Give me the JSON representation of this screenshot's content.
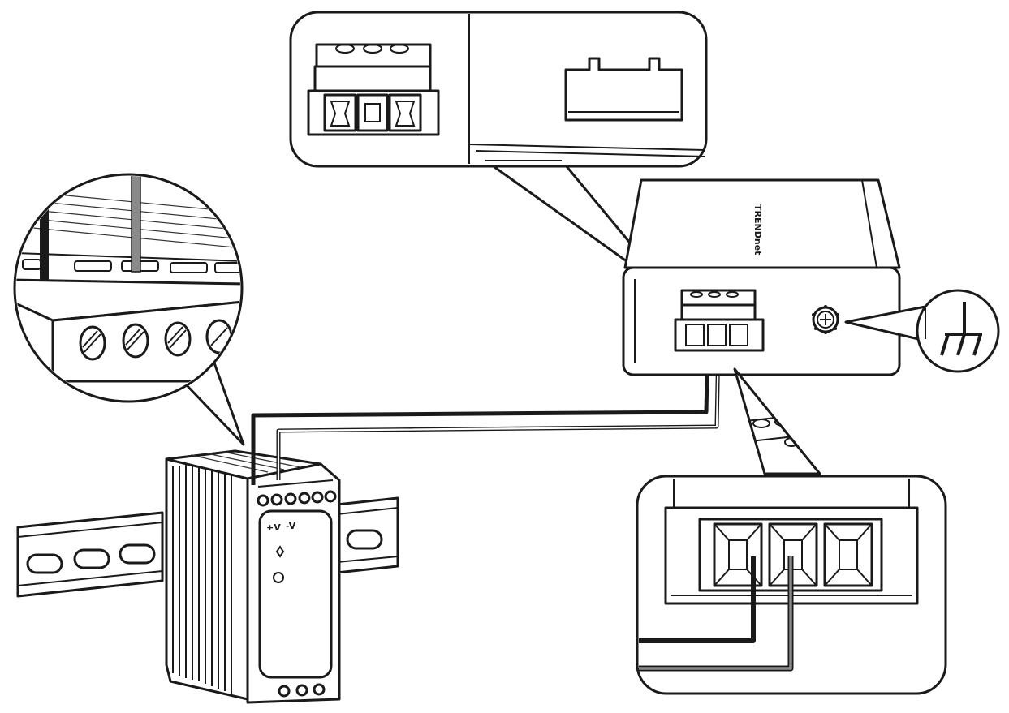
{
  "diagram": {
    "device": {
      "brand_text": "TRENDnet"
    },
    "power_supply": {
      "terminal_labels": [
        "+V",
        "-V"
      ]
    },
    "colors": {
      "line": "#1a1a1a",
      "negative_wire": "#1a1a1a",
      "positive_wire": "#8a8a8a",
      "background": "#ffffff"
    },
    "icons": [
      "ground-symbol-icon",
      "screw-terminal-icon",
      "ground-screw-icon",
      "din-rail-power-supply-icon",
      "din-rail-icon"
    ]
  }
}
